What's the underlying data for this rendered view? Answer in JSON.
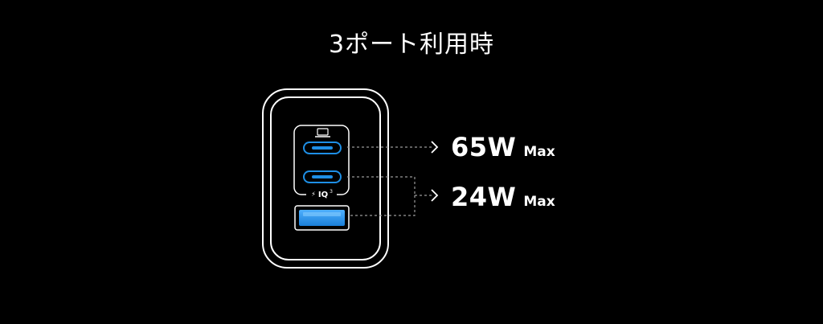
{
  "title": "3ポート利用時",
  "ports": [
    {
      "type": "USB-C",
      "icon": "laptop-icon"
    },
    {
      "type": "USB-C",
      "badge": "IQ3"
    },
    {
      "type": "USB-A"
    }
  ],
  "outputs": [
    {
      "value": "65W",
      "unit": "Max"
    },
    {
      "value": "24W",
      "unit": "Max"
    }
  ],
  "badge": {
    "lightning": "⚡",
    "text": "IQ",
    "superscript": "3"
  },
  "colors": {
    "background": "#000000",
    "outline": "#ffffff",
    "port_blue": "#1e8fe6",
    "port_blue_light": "#5cb8ff",
    "dashed_line": "#9a9a9a"
  }
}
